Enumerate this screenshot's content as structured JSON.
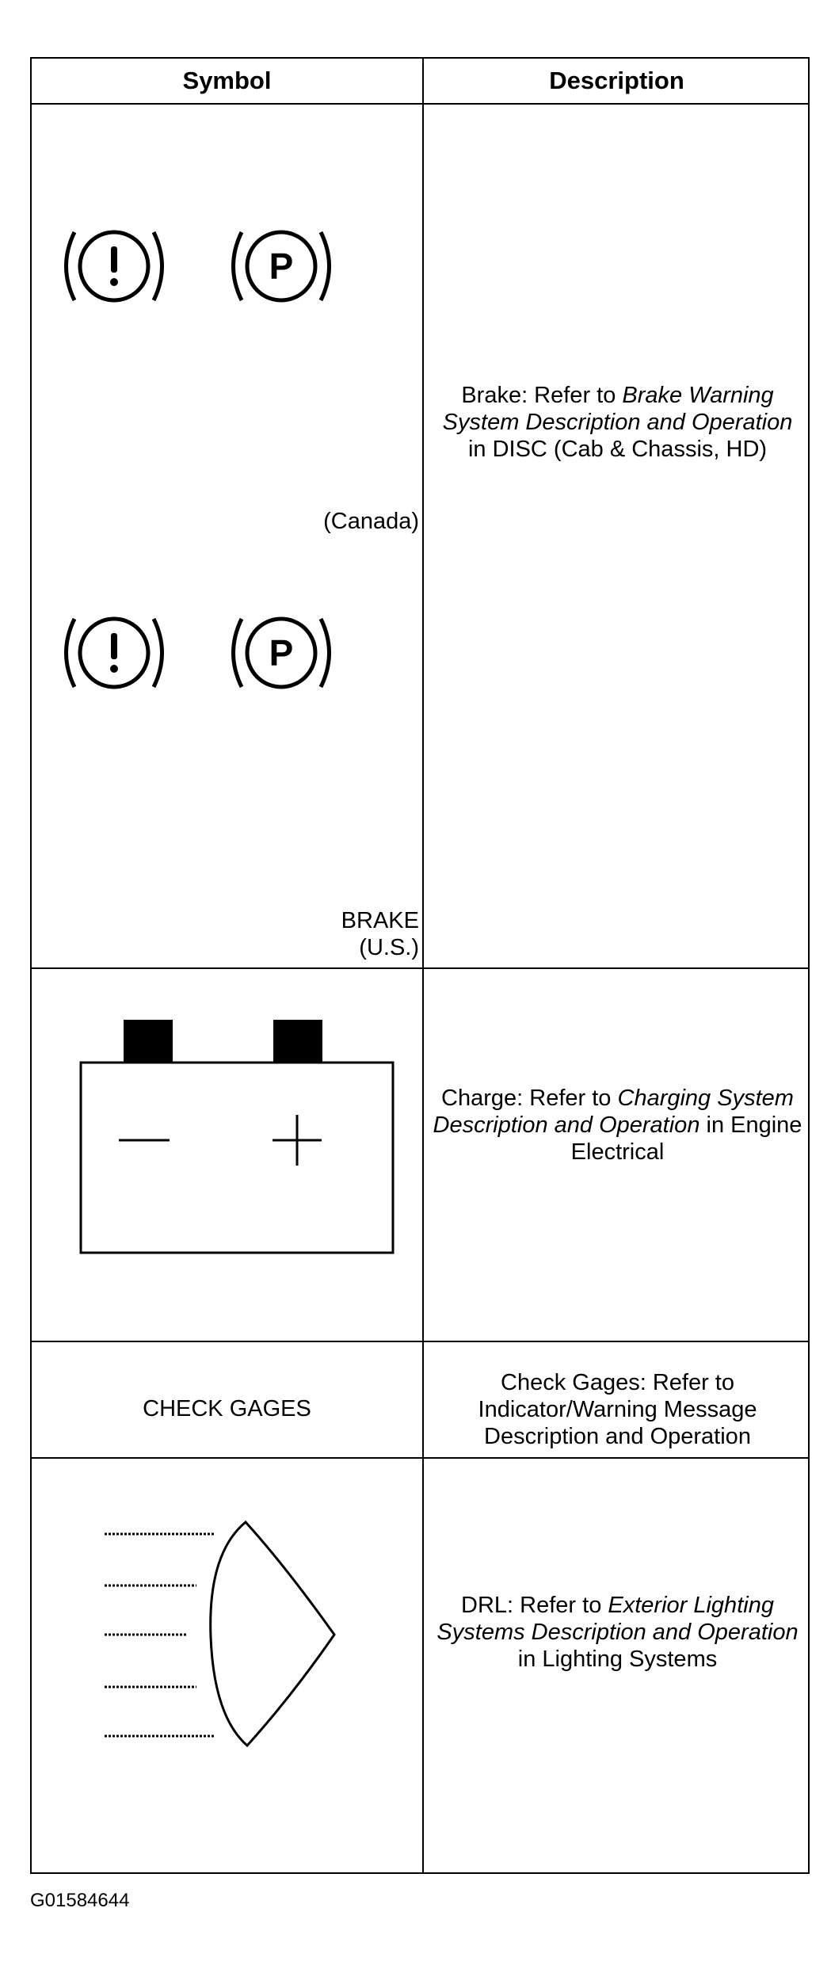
{
  "header": {
    "symbol": "Symbol",
    "description": "Description"
  },
  "rows": [
    {
      "labels": [
        "(Canada)",
        "BRAKE",
        "(U.S.)"
      ],
      "icon": "brake-warning-icon",
      "desc": {
        "a": "Brake: Refer to ",
        "b": "Brake Warning System Description and Operation",
        "c": "in DISC (Cab & Chassis, HD)"
      }
    },
    {
      "icon": "battery-icon",
      "desc": {
        "a": "Charge: Refer to ",
        "b": "Charging System Description and Operation",
        "c": " in Engine Electrical"
      }
    },
    {
      "symbol_text": "CHECK GAGES",
      "desc": {
        "a": "Check Gages: Refer to Indicator/Warning Message Description and Operation"
      }
    },
    {
      "icon": "headlamp-icon",
      "desc": {
        "a": "DRL: Refer to ",
        "b": "Exterior Lighting Systems Description and Operation",
        "c": "in Lighting Systems"
      }
    }
  ],
  "caption": "G01584644"
}
